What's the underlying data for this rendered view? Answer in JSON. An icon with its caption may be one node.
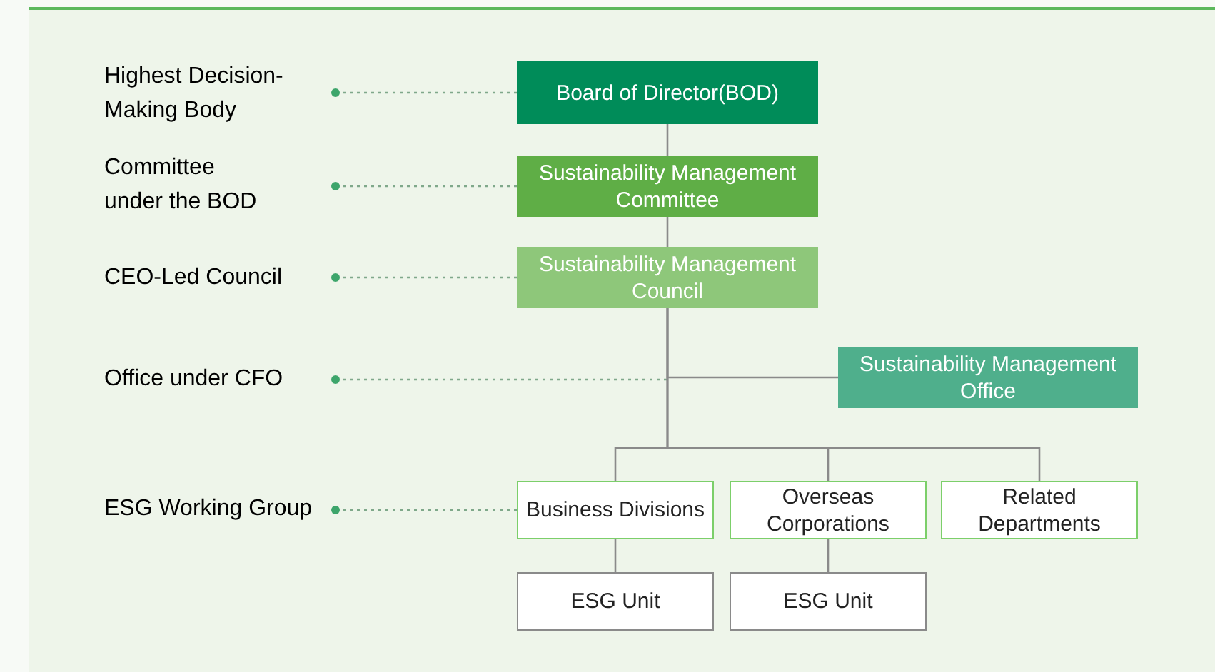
{
  "diagram": {
    "nodes": [
      {
        "text": [
          "Highest Decision-Making Body"
        ]
      },
      {
        "text": [
          "Committee under the BOD"
        ]
      },
      {
        "text": [
          "CEO-Led Council"
        ]
      },
      {
        "text": [
          "Office under CFO"
        ]
      },
      {
        "text": [
          "ESG Working Group"
        ]
      },
      {
        "text": [
          "Board of Director(BOD)"
        ]
      },
      {
        "text": [
          "Sustainability Management Committee"
        ]
      },
      {
        "text": [
          "Sustainability Management Council"
        ]
      },
      {
        "text": [
          "Sustainability Management Office"
        ]
      },
      {
        "text": [
          "Business Divisions"
        ]
      },
      {
        "text": [
          "Overseas Corporations"
        ]
      },
      {
        "text": [
          "Related Departments"
        ]
      },
      {
        "text": [
          "ESG Unit"
        ]
      },
      {
        "text": [
          "ESG Unit"
        ]
      }
    ],
    "edges": [
      {
        "from": 0,
        "to": 5,
        "arrow": "other",
        "style": "dashed"
      },
      {
        "from": 1,
        "to": 6,
        "arrow": "other",
        "style": "dashed"
      },
      {
        "from": 2,
        "to": 7,
        "arrow": "other",
        "style": "dashed"
      },
      {
        "from": 3,
        "to": null,
        "arrow": "other",
        "style": "dashed"
      },
      {
        "from": 4,
        "to": 9,
        "arrow": "other",
        "style": "dashed"
      },
      {
        "from": 5,
        "to": 6,
        "arrow": "none"
      },
      {
        "from": 6,
        "to": 7,
        "arrow": "none"
      },
      {
        "from": 7,
        "to": 8,
        "arrow": "none"
      },
      {
        "from": 7,
        "to": 9,
        "arrow": "none"
      },
      {
        "from": 7,
        "to": 10,
        "arrow": "none"
      },
      {
        "from": 7,
        "to": 11,
        "arrow": "none"
      },
      {
        "from": 9,
        "to": 12,
        "arrow": "none"
      },
      {
        "from": 10,
        "to": 13,
        "arrow": "none"
      }
    ]
  }
}
